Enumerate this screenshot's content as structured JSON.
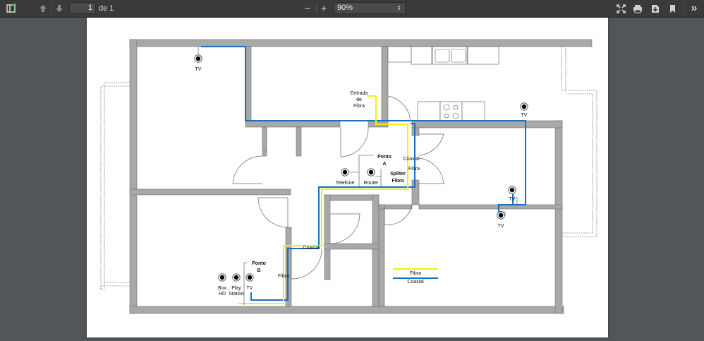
{
  "toolbar": {
    "sidebar_toggle_icon": "sidebar-toggle-icon",
    "prev_page_icon": "arrow-up-icon",
    "next_page_icon": "arrow-down-icon",
    "page_number": "1",
    "page_of": "de 1",
    "zoom_out": "−",
    "zoom_in": "+",
    "zoom_value": "90%",
    "zoom_arrows": "⇕",
    "fullscreen_icon": "fullscreen-icon",
    "print_icon": "print-icon",
    "download_icon": "download-icon",
    "bookmark_icon": "bookmark-icon",
    "more_icon": "chevrons-right-icon",
    "more_label": "»"
  },
  "colors": {
    "fibra": "#f5f000",
    "coaxial": "#1a6fc4",
    "wall": "#a8a8a8",
    "wall_edge": "#6e6e6e"
  },
  "plan": {
    "labels": {
      "tv_top_left": "TV",
      "tv_kitchen": "TV",
      "tv_room_right": "TV",
      "tv_room_lower_right": "TV",
      "entrada_1": "Entrada",
      "entrada_2": "de",
      "entrada_3": "Fibra",
      "ponto_a_1": "Ponto",
      "ponto_a_2": "A",
      "telefone": "Telefone",
      "router": "Router",
      "spliter_1": "Spliter",
      "spliter_2": "Fibra",
      "coaxial_a": "Coaxial",
      "fibra_a": "Fibra",
      "coaxial_b": "Coaxial",
      "fibra_b": "Fibra",
      "ponto_b_1": "Ponto",
      "ponto_b_2": "B",
      "box_1": "Box",
      "box_2": "HD",
      "play_1": "Play",
      "play_2": "Station",
      "tv_b": "TV"
    },
    "legend": {
      "fibra": "Fibra",
      "coaxial": "Coaxial"
    }
  }
}
